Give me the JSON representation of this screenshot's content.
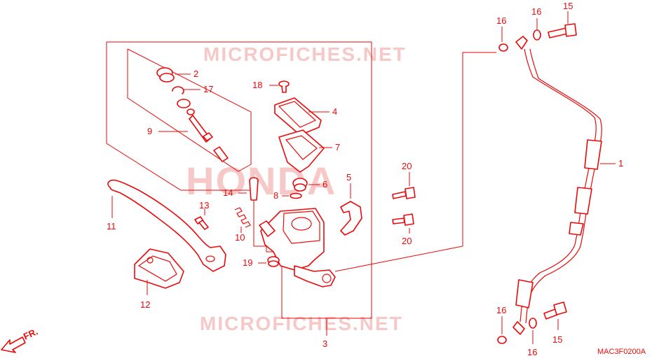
{
  "watermark": {
    "top": "MICROFICHES.NET",
    "bottom": "MICROFICHES.NET",
    "brand": "HONDA"
  },
  "diagram_code": "MAC3F0200A",
  "direction_label": "FR.",
  "callouts": {
    "c1": "1",
    "c2": "2",
    "c3": "3",
    "c4": "4",
    "c5": "5",
    "c6": "6",
    "c7": "7",
    "c8": "8",
    "c9": "9",
    "c10": "10",
    "c11": "11",
    "c12": "12",
    "c13": "13",
    "c14": "14",
    "c15a": "15",
    "c15b": "15",
    "c16a": "16",
    "c16b": "16",
    "c16c": "16",
    "c16d": "16",
    "c17": "17",
    "c18": "18",
    "c19": "19",
    "c20a": "20",
    "c20b": "20"
  },
  "colors": {
    "line": "#ea0a0a",
    "watermark": "#f6c8c8"
  }
}
